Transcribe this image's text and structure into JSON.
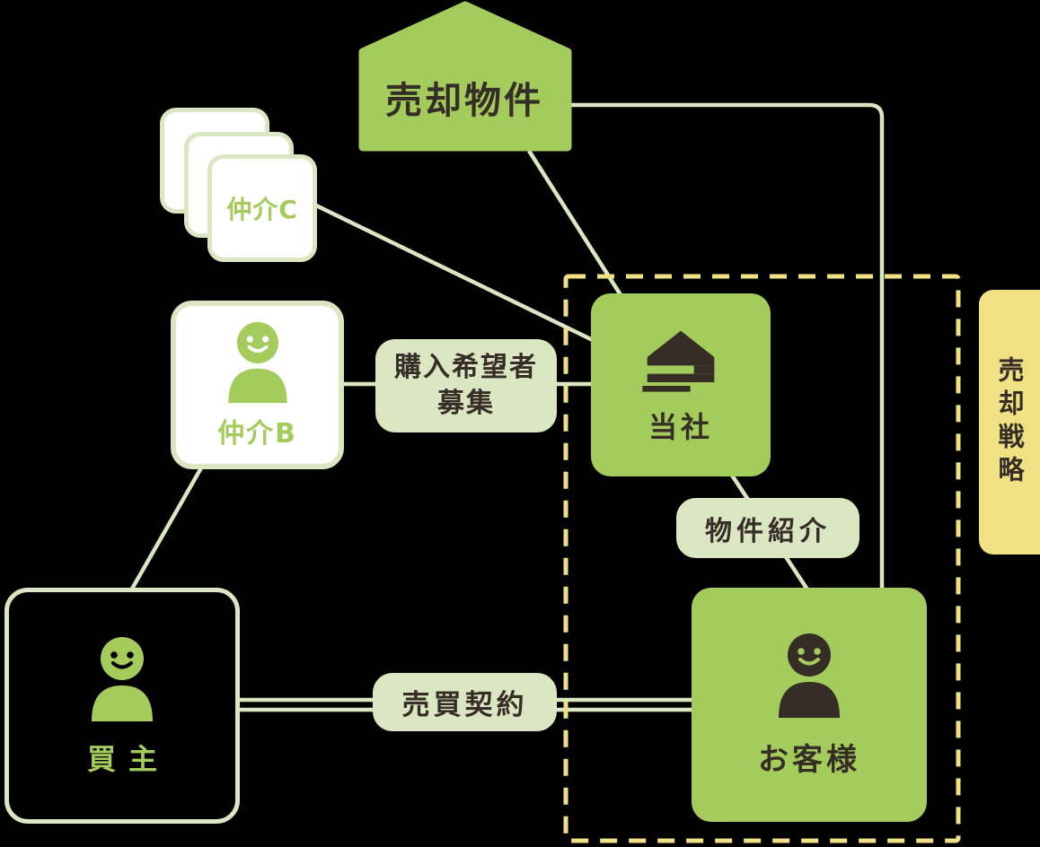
{
  "colors": {
    "background": "#000000",
    "main_green": "#a4cc5c",
    "pale_green": "#dbe6c3",
    "line_green": "#dbe6c3",
    "dashed_yellow": "#f0e284",
    "tab_yellow": "#f0e284",
    "dark_text": "#362d26",
    "white": "#ffffff"
  },
  "diagram": {
    "property": {
      "label": "売却物件"
    },
    "broker_c": {
      "label": "仲介C"
    },
    "broker_b": {
      "label": "仲介B"
    },
    "company": {
      "label": "当社"
    },
    "customer": {
      "label": "お客様"
    },
    "buyer": {
      "label": "買主"
    },
    "strategy_tab": {
      "label": "売却戦略"
    },
    "recruit_label": {
      "line1": "購入希望者",
      "line2": "募集"
    },
    "intro_label": {
      "label": "物件紹介"
    },
    "contract_label": {
      "label": "売買契約"
    }
  }
}
